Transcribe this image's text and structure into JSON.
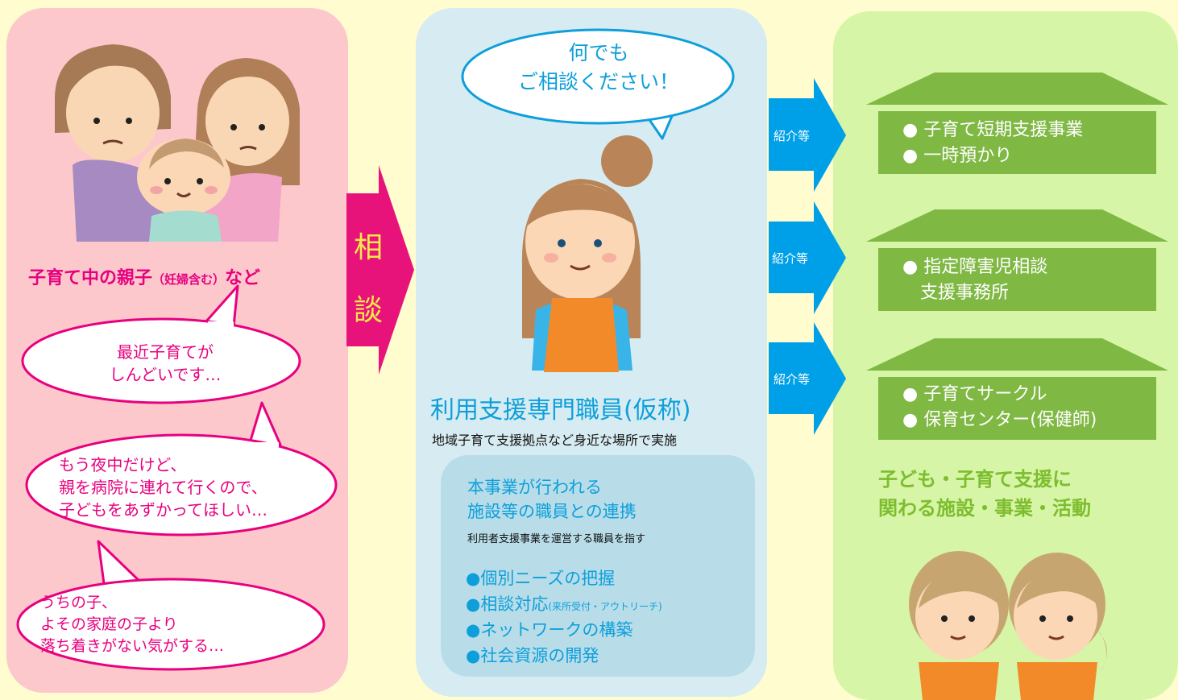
{
  "left": {
    "caption_main": "子育て中の親子",
    "caption_small": "（妊婦含む）",
    "caption_end": "など",
    "bubble1_lines": [
      "最近子育てが",
      "しんどいです…"
    ],
    "bubble2_lines": [
      "もう夜中だけど、",
      "親を病院に連れて行くので、",
      "子どもをあずかってほしい…"
    ],
    "bubble3_lines": [
      "うちの子、",
      "よその家庭の子より",
      "落ち着きがない気がする…"
    ]
  },
  "consult_arrow": {
    "chars": [
      "相",
      "談"
    ]
  },
  "middle": {
    "speech_lines": [
      "何でも",
      "ご相談ください！"
    ],
    "staff_title": "利用支援専門職員(仮称)",
    "staff_subtitle": "地域子育て支援拠点など身近な場所で実施",
    "collab_lines": [
      "本事業が行われる",
      "施設等の職員との連携"
    ],
    "collab_note": "利用者支援事業を運営する職員を指す",
    "roles": [
      "●個別ニーズの把握",
      "●相談対応",
      "●ネットワークの構築",
      "●社会資源の開発"
    ],
    "role2_note": "(来所受付・アウトリーチ)"
  },
  "referral_label": "紹介等",
  "services": [
    {
      "lines": [
        "● 子育て短期支援事業",
        "● 一時預かり"
      ]
    },
    {
      "lines": [
        "● 指定障害児相談",
        "　支援事務所"
      ]
    },
    {
      "lines": [
        "● 子育てサークル",
        "● 保育センター(保健師)"
      ]
    }
  ],
  "right_caption": [
    "子ども・子育て支援に",
    "関わる施設・事業・活動"
  ],
  "colors": {
    "pink_accent": "#e8007f",
    "blue_accent": "#0e9fdb",
    "green_house": "#7fb843",
    "arrow_blue": "#00a0e9"
  }
}
